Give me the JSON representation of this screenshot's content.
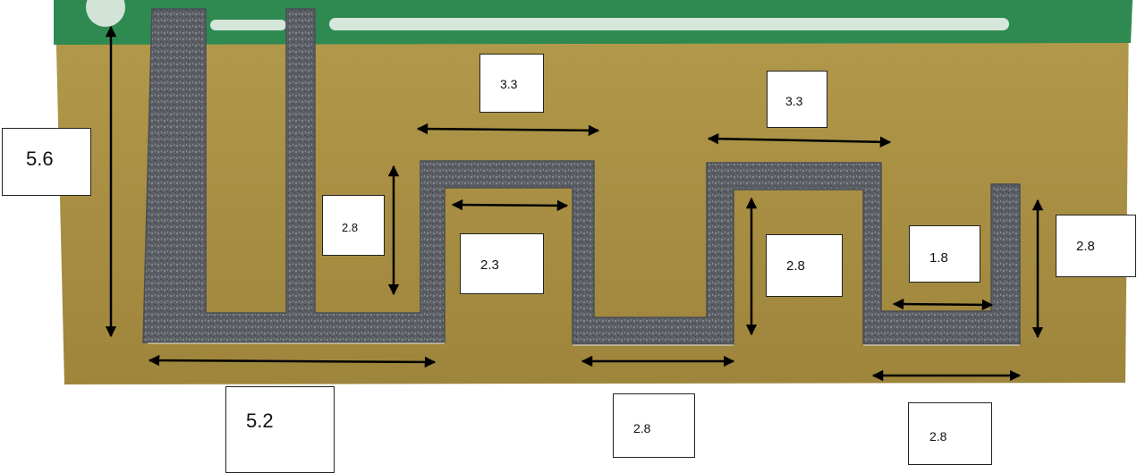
{
  "colors": {
    "board": "#a88f43",
    "board_edge": "#8f7736",
    "solder_mask": "#2f8a52",
    "silkscreen": "#e8f0ea",
    "trace": "#5c6066",
    "trace_highlight": "#8d9299",
    "arrow": "#000000",
    "label_border": "#222222"
  },
  "dimension_labels": [
    {
      "id": "total-height",
      "value": "5.6"
    },
    {
      "id": "first-leg-span",
      "value": "5.2"
    },
    {
      "id": "upper-width-1",
      "value": "3.3"
    },
    {
      "id": "upper-width-2",
      "value": "3.3"
    },
    {
      "id": "gap-width",
      "value": "2.3"
    },
    {
      "id": "bend-height-1",
      "value": "2.8"
    },
    {
      "id": "bend-height-2",
      "value": "2.8"
    },
    {
      "id": "bend-height-3",
      "value": "2.8"
    },
    {
      "id": "bottom-width-1",
      "value": "2.8"
    },
    {
      "id": "bottom-width-2",
      "value": "2.8"
    },
    {
      "id": "inner-width",
      "value": "1.8"
    }
  ]
}
